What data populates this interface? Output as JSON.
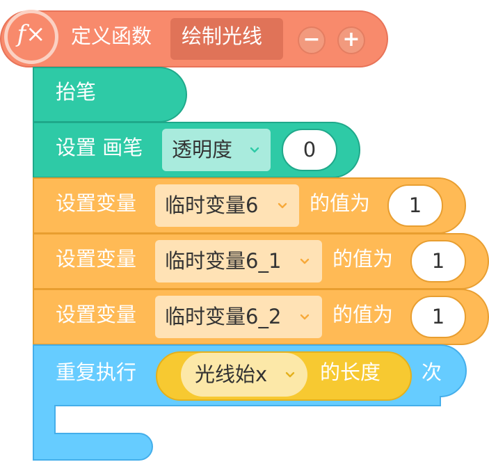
{
  "define_block": {
    "fx_label": "f×",
    "label": "定义函数",
    "function_name": "绘制光线",
    "minus": "−",
    "plus": "+"
  },
  "pen_up": {
    "label": "抬笔"
  },
  "set_pen": {
    "label": "设置 画笔",
    "property": "透明度",
    "value": "0"
  },
  "set_vars": [
    {
      "label": "设置变量",
      "variable": "临时变量6",
      "mid_label": "的值为",
      "value": "1"
    },
    {
      "label": "设置变量",
      "variable": "临时变量6_1",
      "mid_label": "的值为",
      "value": "1"
    },
    {
      "label": "设置变量",
      "variable": "临时变量6_2",
      "mid_label": "的值为",
      "value": "1"
    }
  ],
  "repeat": {
    "label": "重复执行",
    "list_name": "光线始x",
    "length_label": "的长度",
    "times_label": "次"
  },
  "colors": {
    "define": "#F88A6C",
    "pen": "#2ECAA6",
    "variable": "#FFBA55",
    "control": "#66CCFF",
    "operator": "#F7C931"
  }
}
